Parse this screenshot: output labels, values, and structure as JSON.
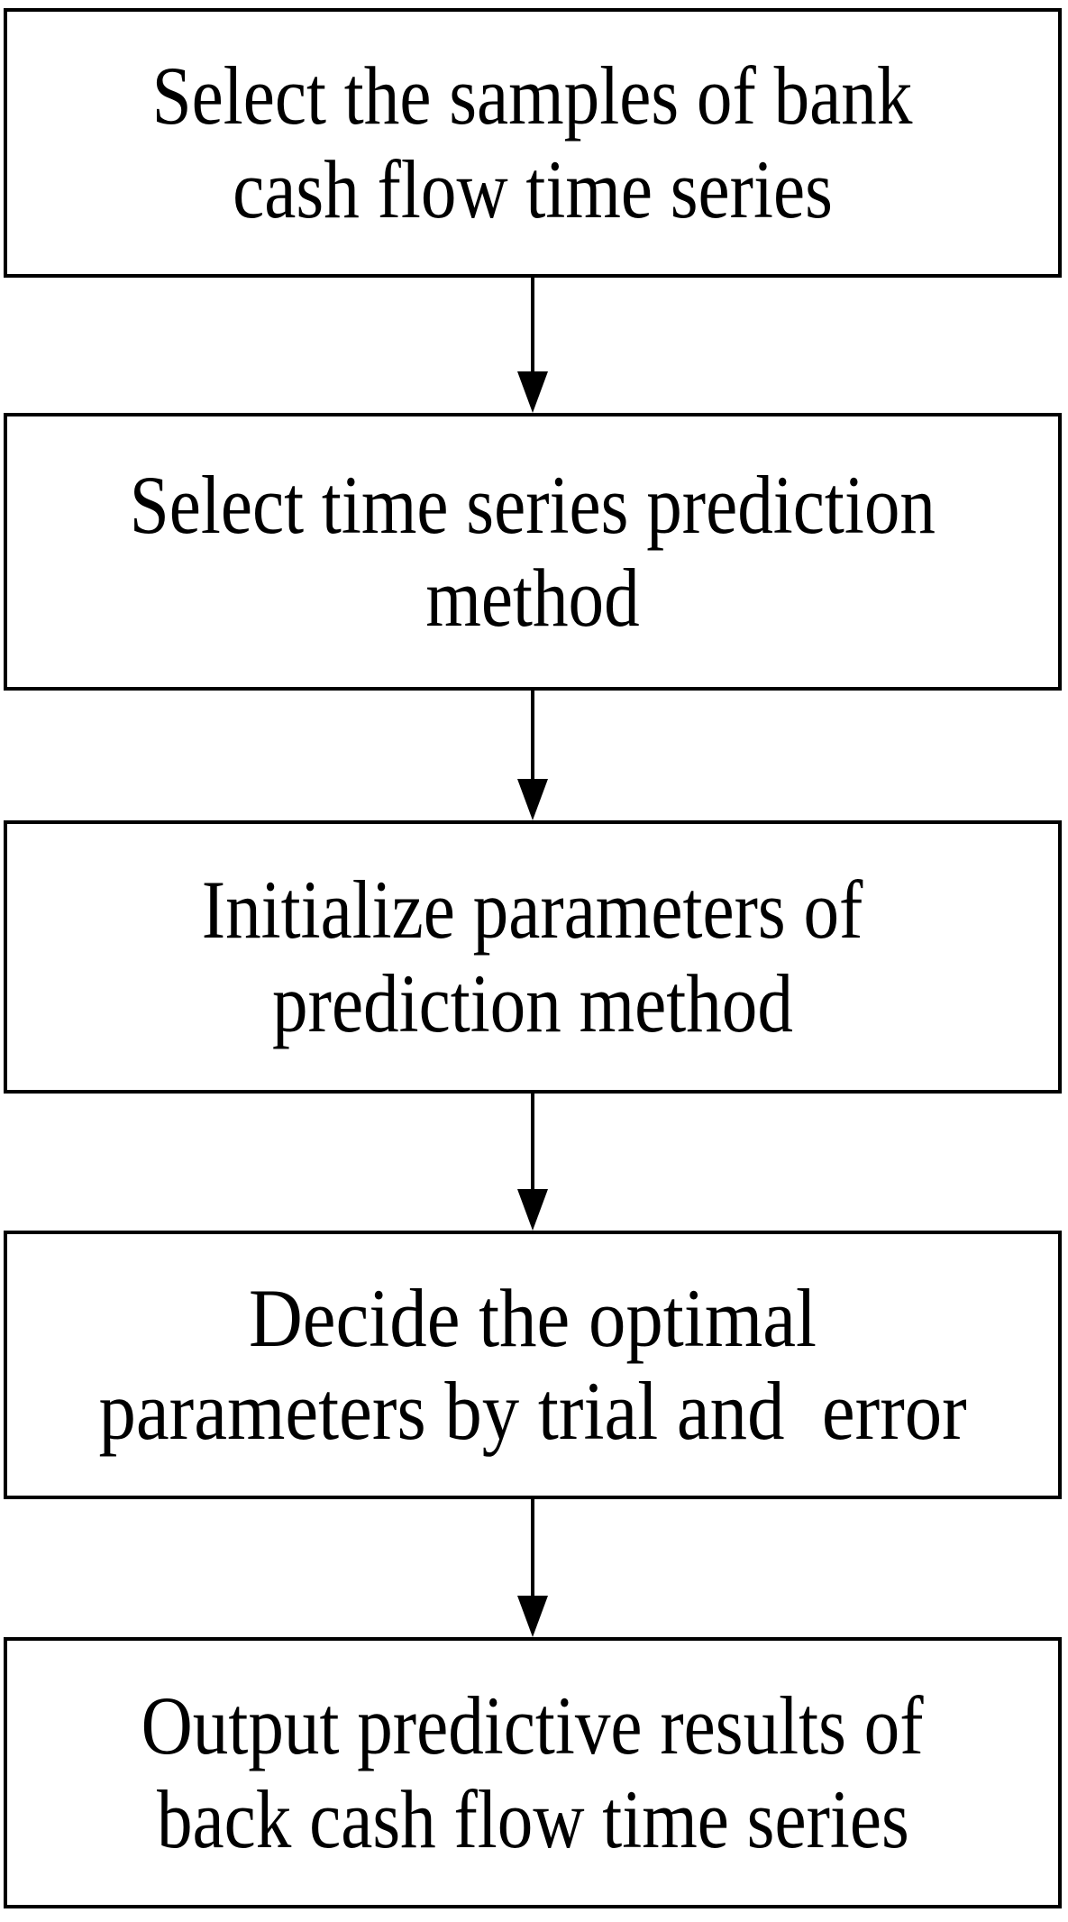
{
  "diagram": {
    "type": "flowchart",
    "orientation": "vertical",
    "colors": {
      "background": "#ffffff",
      "box_fill": "#ffffff",
      "box_border": "#000000",
      "text": "#000000",
      "arrow": "#000000"
    },
    "nodes": [
      {
        "id": "select-samples",
        "shape": "rectangle",
        "lines": [
          "Select the samples of bank",
          "cash flow time series"
        ]
      },
      {
        "id": "select-method",
        "shape": "rectangle",
        "lines": [
          "Select time series prediction",
          "method"
        ]
      },
      {
        "id": "initialize-parameters",
        "shape": "rectangle",
        "lines": [
          "Initialize parameters of",
          "prediction method"
        ]
      },
      {
        "id": "decide-optimal-parameters",
        "shape": "rectangle",
        "lines": [
          "Decide the optimal",
          "parameters by trial and  error"
        ]
      },
      {
        "id": "output-results",
        "shape": "rectangle",
        "lines": [
          "Output predictive results of",
          "back cash flow time series"
        ]
      }
    ],
    "edges": [
      {
        "id": "edge-1",
        "from": "select-samples",
        "to": "select-method",
        "style": "solid-arrow-down"
      },
      {
        "id": "edge-2",
        "from": "select-method",
        "to": "initialize-parameters",
        "style": "solid-arrow-down"
      },
      {
        "id": "edge-3",
        "from": "initialize-parameters",
        "to": "decide-optimal-parameters",
        "style": "solid-arrow-down"
      },
      {
        "id": "edge-4",
        "from": "decide-optimal-parameters",
        "to": "output-results",
        "style": "solid-arrow-down"
      }
    ]
  }
}
